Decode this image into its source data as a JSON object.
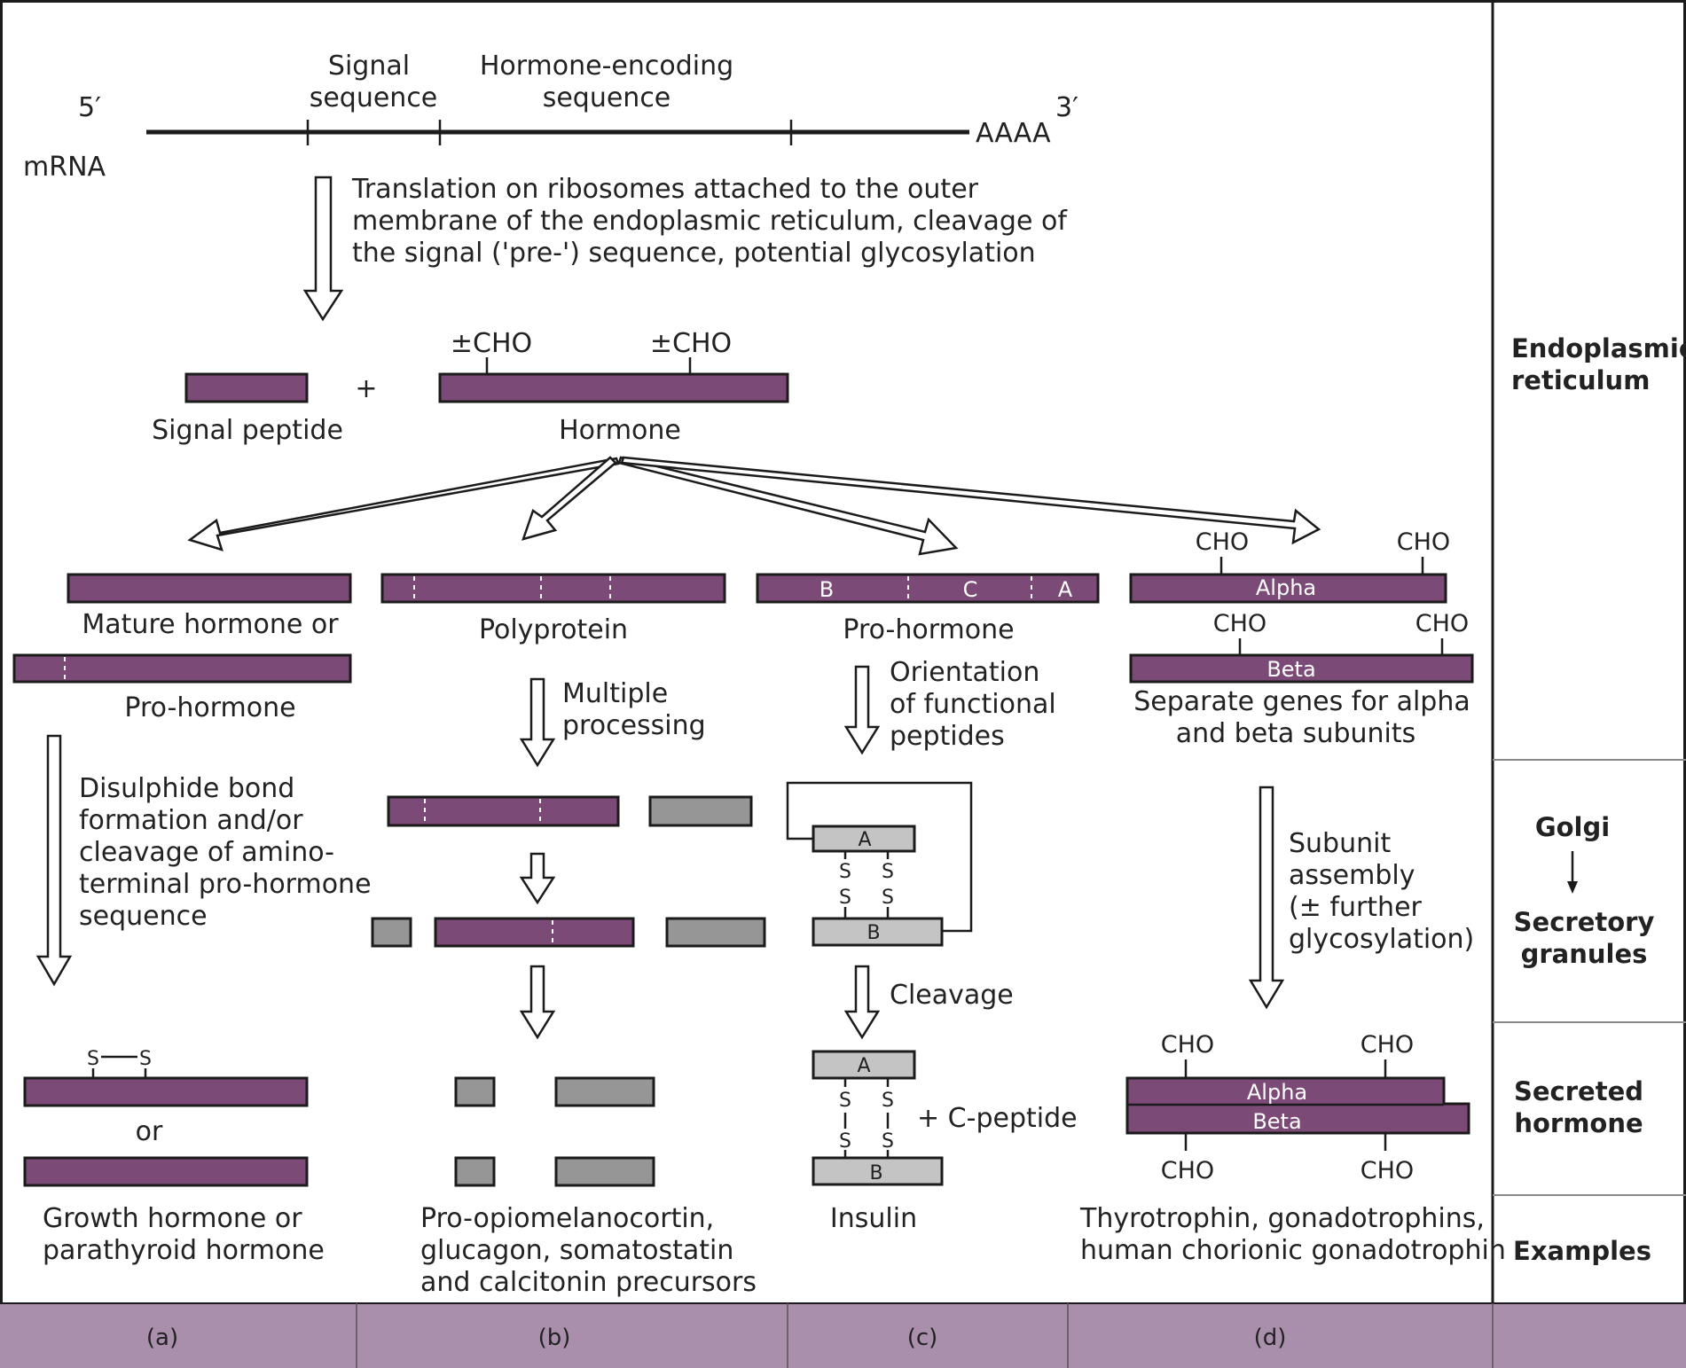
{
  "mrna": {
    "five_prime": "5′",
    "three_prime": "3′",
    "label": "mRNA",
    "poly_a": "AAAA",
    "signal_seq": [
      "Signal",
      "sequence"
    ],
    "hormone_seq": [
      "Hormone-encoding",
      "sequence"
    ]
  },
  "translation_text": [
    "Translation on ribosomes attached to the outer",
    "membrane of the endoplasmic reticulum, cleavage of",
    "the signal ('pre-') sequence, potential glycosylation"
  ],
  "er_products": {
    "plus": "+",
    "cho": "±CHO",
    "signal_peptide": "Signal peptide",
    "hormone": "Hormone"
  },
  "col_a": {
    "mature": "Mature hormone or",
    "pro": "Pro-hormone",
    "step": [
      "Disulphide bond",
      "formation and/or",
      "cleavage of amino-",
      "terminal pro-hormone",
      "sequence"
    ],
    "s": "S",
    "or": "or",
    "examples": [
      "Growth hormone or",
      "parathyroid hormone"
    ]
  },
  "col_b": {
    "polyprotein": "Polyprotein",
    "step": [
      "Multiple",
      "processing"
    ],
    "examples": [
      "Pro-opiomelanocortin,",
      "glucagon, somatostatin",
      "and calcitonin precursors"
    ]
  },
  "col_c": {
    "seg_b": "B",
    "seg_c": "C",
    "seg_a": "A",
    "prohormone": "Pro-hormone",
    "step": [
      "Orientation",
      "of functional",
      "peptides"
    ],
    "cleavage": "Cleavage",
    "s": "S",
    "c_peptide": "+  C-peptide",
    "examples": "Insulin"
  },
  "col_d": {
    "cho": "CHO",
    "alpha": "Alpha",
    "beta": "Beta",
    "genes": [
      "Separate genes for alpha",
      "and beta subunits"
    ],
    "step": [
      "Subunit",
      "assembly",
      "(± further",
      "glycosylation)"
    ],
    "examples": [
      "Thyrotrophin, gonadotrophins,",
      "human chorionic gonadotrophin"
    ]
  },
  "side_labels": {
    "er": [
      "Endoplasmic",
      "reticulum"
    ],
    "golgi": "Golgi",
    "secretory": [
      "Secretory",
      "granules"
    ],
    "secreted": [
      "Secreted",
      "hormone"
    ],
    "examples": "Examples"
  },
  "footer": [
    "(a)",
    "(b)",
    "(c)",
    "(d)"
  ],
  "colors": {
    "purple": "#7b4a77",
    "footer_band": "#a98fab",
    "grey": "#969696",
    "light_grey": "#c4c4c4"
  }
}
